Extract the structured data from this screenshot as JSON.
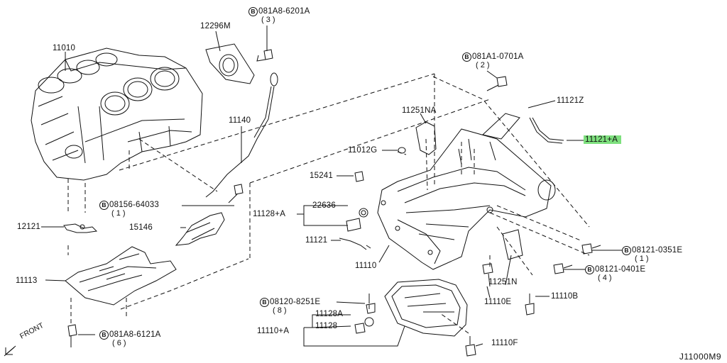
{
  "diagram_id": "J11000M9",
  "direction_label": "FRONT",
  "bolt_prefix": "B",
  "parts": {
    "p11010": "11010",
    "p12296m": "12296M",
    "p081a8_6201a": "081A8-6201A",
    "q081a8_6201a": "( 3 )",
    "p11140": "11140",
    "p081a1_0701a": "081A1-0701A",
    "q081a1_0701a": "( 2 )",
    "p11121z": "11121Z",
    "p11121a": "11121+A",
    "p11251na": "11251NA",
    "p11012g": "11012G",
    "p15241": "15241",
    "p08156_64033": "08156-64033",
    "q08156_64033": "( 1 )",
    "p22636": "22636",
    "p11128a_group": "11128+A",
    "p12121": "12121",
    "p15146": "15146",
    "p11121": "11121",
    "p11110": "11110",
    "p08121_0351e": "08121-0351E",
    "q08121_0351e": "( 1 )",
    "p08121_0401e": "08121-0401E",
    "q08121_0401e": "( 4 )",
    "p11251n": "11251N",
    "p11113": "11113",
    "p11110e": "11110E",
    "p11110b": "11110B",
    "p08120_8251e": "08120-8251E",
    "q08120_8251e": "( 8 )",
    "p11128a": "11128A",
    "p11128": "11128",
    "p11110a": "11110+A",
    "p081a8_6121a": "081A8-6121A",
    "q081a8_6121a": "( 6 )",
    "p11110f": "11110F"
  },
  "colors": {
    "highlight": "#7ee07e",
    "line": "#111111"
  }
}
